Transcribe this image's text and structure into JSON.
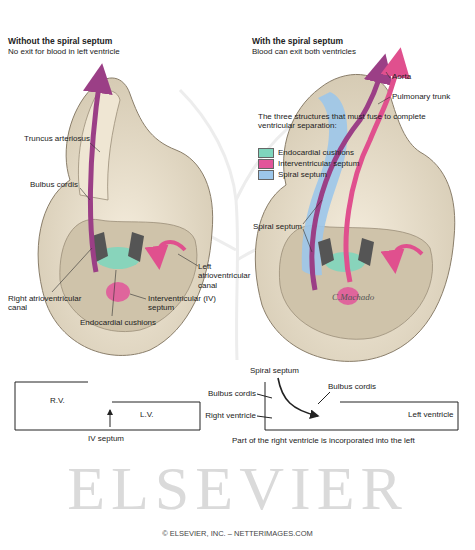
{
  "diagram": {
    "labels": [
      "Without the spiral septum",
      "No exit for blood in left ventricle",
      "With the spiral septum",
      "Blood can exit both ventricles",
      "Truncus arteriosus",
      "Bulbus cordis",
      "Right atrioventricular canal",
      "Endocardial cushions",
      "Interventricular (IV) septum",
      "Left atrioventricular canal",
      "The three structures that must fuse to complete ventricular separation:",
      "Aorta",
      "Pulmonary trunk",
      "Spiral septum",
      "C.Machado",
      "R.V.",
      "L.V.",
      "IV septum",
      "Spiral septum",
      "Bulbus cordis",
      "Bulbus cordis",
      "Right ventricle",
      "Left ventricle",
      "Part of the right ventricle is incorporated into the left",
      "ELSEVIER",
      "© ELSEVIER, INC. – NETTERIMAGES.COM"
    ],
    "legend": [
      {
        "text": "Endocardial cushions",
        "color": "#7fd6bd"
      },
      {
        "text": "Interventricular septum",
        "color": "#e2559a"
      },
      {
        "text": "Spiral septum",
        "color": "#9cc6ea"
      }
    ]
  }
}
